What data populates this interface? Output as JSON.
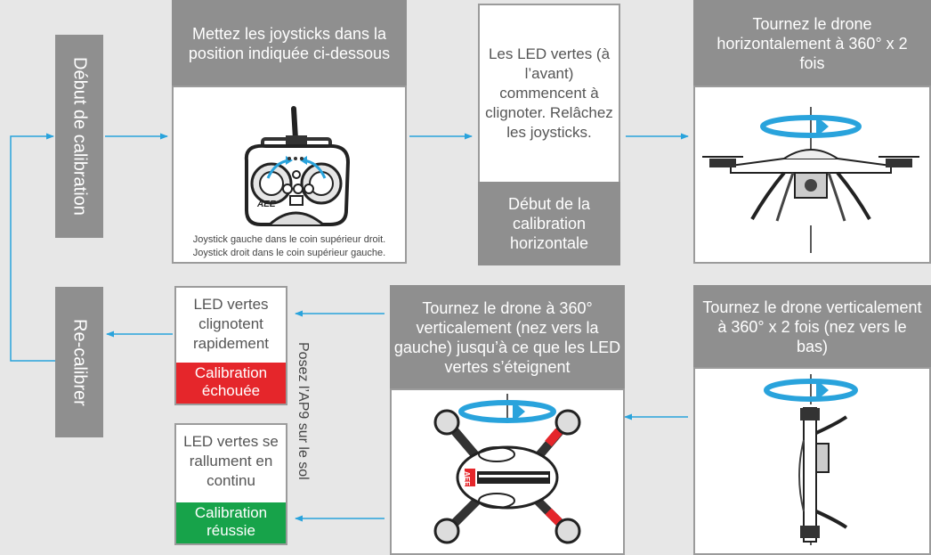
{
  "start_label": "Début de calibration",
  "recal_label": "Re-calibrer",
  "step1": {
    "header": "Mettez les joysticks dans la position indiquée ci-dessous",
    "caption_line1": "Joystick gauche dans le coin supérieur droit.",
    "caption_line2": "Joystick droit dans le coin supérieur gauche.",
    "remote_brand": "AEE"
  },
  "step2": {
    "text": "Les LED vertes (à l’avant) commencent à clignoter. Relâchez les joysticks.",
    "footer": "Début de la calibration horizontale"
  },
  "step3": {
    "header": "Tournez le drone horizontalement à 360° x 2 fois"
  },
  "step4": {
    "header": "Tournez le drone verticalement à 360° x 2 fois (nez vers le bas)"
  },
  "step5": {
    "header": "Tournez le drone à 360° verticalement (nez vers la gauche) jusqu’à ce que les LED vertes s’éteignent",
    "drone_brand": "AEE"
  },
  "failure": {
    "text": "LED vertes clignotent rapidement",
    "status": "Calibration échouée"
  },
  "success": {
    "text": "LED vertes se rallument en continu",
    "status": "Calibration réussie"
  },
  "ground_instruction": "Posez l’AP9 sur le sol",
  "colors": {
    "failure": "#e5262b",
    "success": "#17a34a",
    "arrow": "#29a3dc",
    "box": "#8f8f8f"
  }
}
